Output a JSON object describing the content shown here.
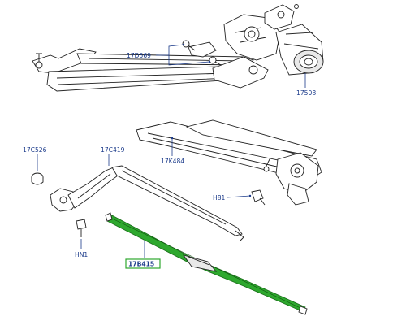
{
  "labels": {
    "c17d569": "17D569",
    "c17508": "17508",
    "c17c526": "17C526",
    "c17c419": "17C419",
    "c17k484": "17K484",
    "h81": "H81",
    "hn1": "HN1",
    "c17528": "17B415"
  },
  "colors": {
    "label": "#1a3a8a",
    "highlight": "#2ea82e",
    "line": "#222222"
  }
}
